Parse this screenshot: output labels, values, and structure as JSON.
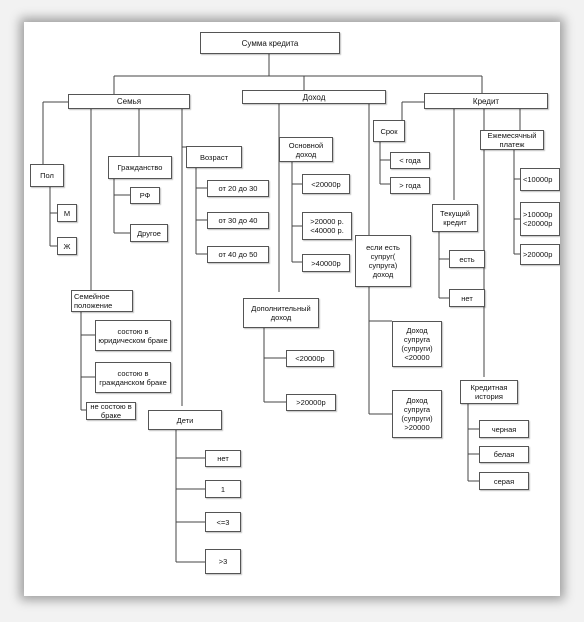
{
  "root": "Сумма кредита",
  "family": {
    "title": "Семья",
    "gender": {
      "label": "Пол",
      "m": "М",
      "f": "Ж"
    },
    "citizenship": {
      "label": "Гражданство",
      "rf": "РФ",
      "other": "Другое"
    },
    "age": {
      "label": "Возраст",
      "a1": "от 20 до 30",
      "a2": "от 30 до 40",
      "a3": "от 40 до 50"
    },
    "marital": {
      "label": "Семейное положение",
      "legal": "состою в юридическом браке",
      "civil": "состою в гражданском браке",
      "single": "не состою в браке"
    },
    "children": {
      "label": "Дети",
      "c0": "нет",
      "c1": "1",
      "c2": "<=3",
      "c3": ">3"
    }
  },
  "income": {
    "title": "Доход",
    "main": {
      "label": "Основной доход",
      "i1": "<20000р",
      "i2": ">20000 р. <40000 р.",
      "i3": ">40000р"
    },
    "extra": {
      "label": "Дополнительный доход",
      "e1": "<20000р",
      "e2": ">20000р"
    },
    "spouse": {
      "label": "если есть супруг( супруга) доход",
      "s1": "Доход супруга (супруги) <20000",
      "s2": "Доход супруга (супруги) >20000"
    }
  },
  "credit": {
    "title": "Кредит",
    "term": {
      "label": "Срок",
      "t1": "< года",
      "t2": "> года"
    },
    "current": {
      "label": "Текущий кредит",
      "yes": "есть",
      "no": "нет"
    },
    "monthly": {
      "label": "Ежемесячный платеж",
      "p1": "<10000р",
      "p2": ">10000р <20000р",
      "p3": ">20000р"
    },
    "history": {
      "label": "Кредитная история",
      "h1": "черная",
      "h2": "белая",
      "h3": "серая"
    }
  }
}
